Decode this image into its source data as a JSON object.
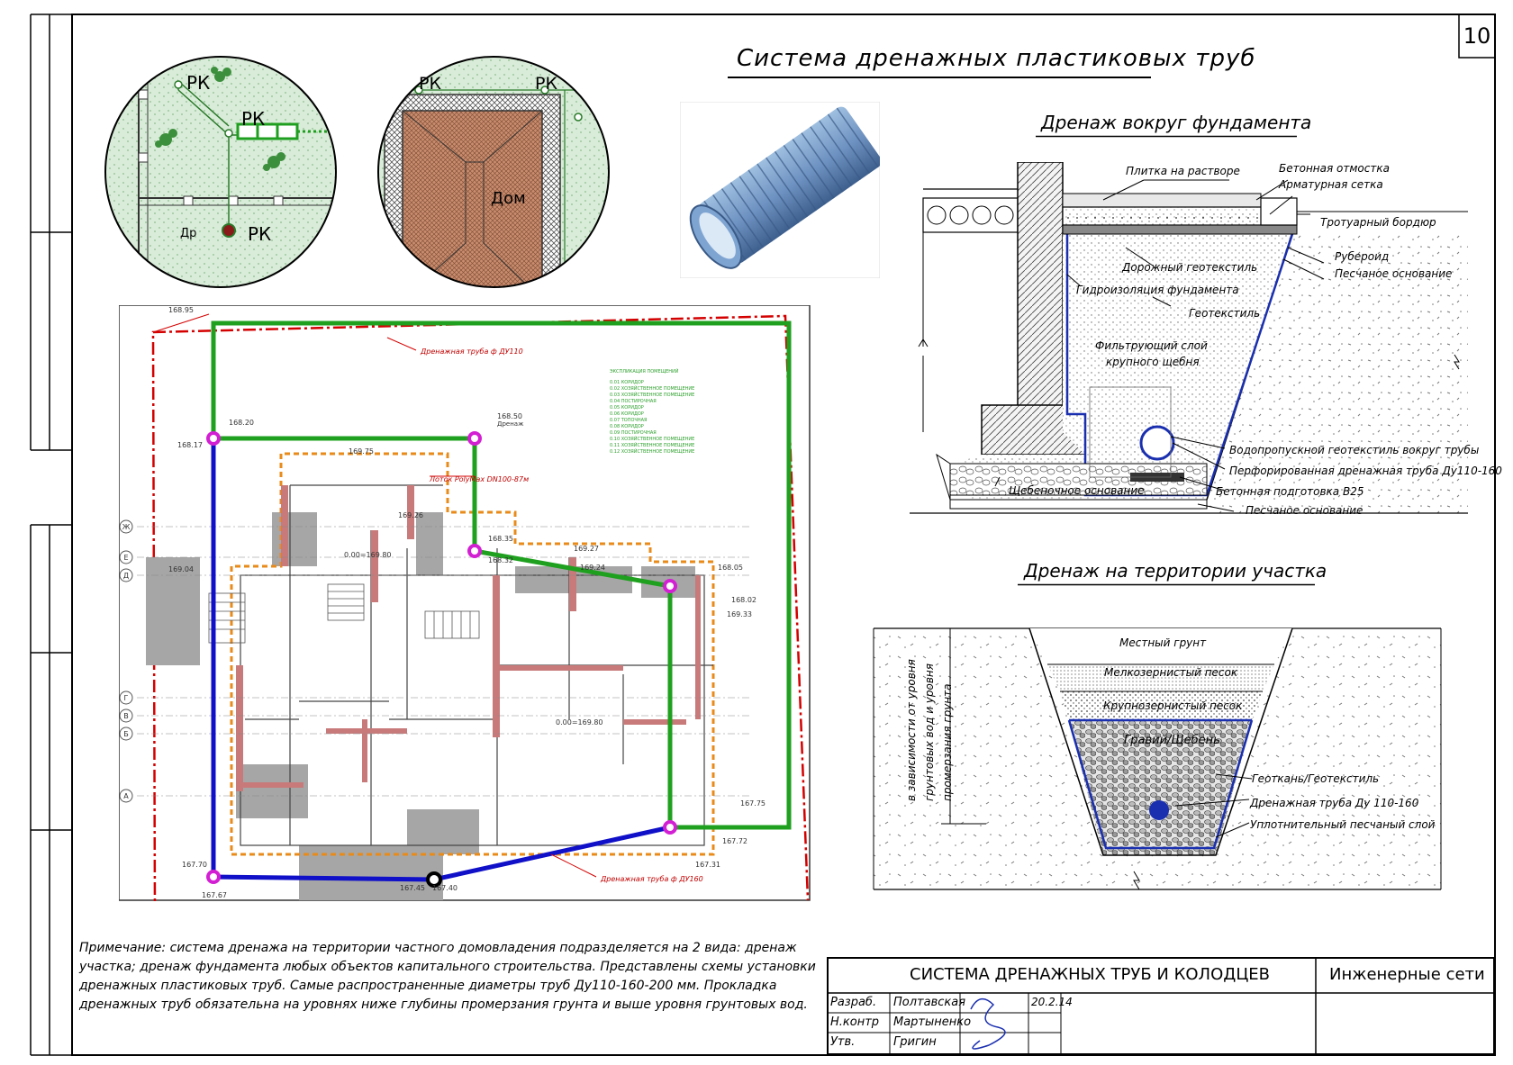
{
  "sheet": {
    "number": "10",
    "main_title": "Система дренажных пластиковых труб"
  },
  "circle_left": {
    "labels": [
      "РК",
      "РК",
      "РК"
    ],
    "dr_label": "Др"
  },
  "circle_right": {
    "labels": [
      "РК",
      "РК"
    ],
    "house_label": "Дом"
  },
  "foundation": {
    "title": "Дренаж вокруг фундамента",
    "callouts": [
      "Плитка на растворе",
      "Бетонная отмостка",
      "Арматурная сетка",
      "Тротуарный бордюр",
      "Рубероид",
      "Песчаное основание",
      "Дорожный геотекстиль",
      "Гидроизоляция фундамента",
      "Геотекстиль",
      "Водопропускной геотекстиль вокруг трубы",
      "Перфорированная дренажная труба Ду110-160",
      "Щебеночное основание",
      "Бетонная подготовка В25",
      "Песчаное основание"
    ],
    "fill_label_1": "Фильтрующий слой",
    "fill_label_2": "крупного щебня"
  },
  "site": {
    "title": "Дренаж на территории участка",
    "layers": [
      "Местный грунт",
      "Мелкозернистый песок",
      "Крупнозернистый песок",
      "Гравий/Щебень"
    ],
    "callouts": [
      "Геоткань/Геотекстиль",
      "Дренажная труба Ду 110-160",
      "Уплотнительный песчаный слой"
    ],
    "depth_note_1": "в зависимости от уровня",
    "depth_note_2": "грунтовых вод и уровня",
    "depth_note_3": "промерзания грунта"
  },
  "plan": {
    "pipe_110": "Дренажная труба ф ДУ110",
    "pipe_160": "Дренажная труба ф ДУ160",
    "gutter": "Лоток PolyMax DN100-87м",
    "drain": "Дренаж",
    "elevations": [
      "168.95",
      "168.20",
      "168.17",
      "168.50",
      "168.35",
      "168.32",
      "168.05",
      "168.02",
      "169.33",
      "167.75",
      "167.72",
      "167.70",
      "167.67",
      "167.45",
      "167.40",
      "167.31",
      "169.04",
      "169.24",
      "169.27",
      "169.75",
      "169.26"
    ],
    "axes": [
      "Ж",
      "Е",
      "Д",
      "Г",
      "В",
      "Б",
      "А"
    ],
    "legend_title": "ЭКСПЛИКАЦИЯ ПОМЕЩЕНИЙ",
    "legend_items": [
      "0.01  КОРИДОР",
      "0.02  ХОЗЯЙСТВЕННОЕ ПОМЕЩЕНИЕ",
      "0.03  ХОЗЯЙСТВЕННОЕ ПОМЕЩЕНИЕ",
      "0.04  ПОСТИРОЧНАЯ",
      "0.05  КОРИДОР",
      "0.06  КОРИДОР",
      "0.07  ТОПОЧНАЯ",
      "0.08  КОРИДОР",
      "0.09  ПОСТИРОЧНАЯ",
      "0.10  ХОЗЯЙСТВЕННОЕ ПОМЕЩЕНИЕ",
      "0.11  ХОЗЯЙСТВЕННОЕ ПОМЕЩЕНИЕ",
      "0.12  ХОЗЯЙСТВЕННОЕ ПОМЕЩЕНИЕ"
    ],
    "zero_mark_1": "0.00=169.80",
    "zero_mark_2": "0.00=169.80"
  },
  "note": "Примечание: система дренажа на территории частного домовладения подразделяется на 2 вида: дренаж участка; дренаж фундамента любых объектов капитального строительства. Представлены схемы установки дренажных пластиковых труб. Самые распространенные диаметры труб Ду110-160-200 мм. Прокладка дренажных труб обязательна на уровнях ниже глубины промерзания грунта и выше уровня грунтовых вод.",
  "title_block": {
    "title": "СИСТЕМА ДРЕНАЖНЫХ ТРУБ И КОЛОДЦЕВ",
    "section": "Инженерные сети",
    "rows": [
      {
        "role": "Разраб.",
        "name": "Полтавская",
        "date": "20.2.14"
      },
      {
        "role": "Н.контр",
        "name": "Мартыненко",
        "date": ""
      },
      {
        "role": "Утв.",
        "name": "Григин",
        "date": ""
      }
    ]
  }
}
